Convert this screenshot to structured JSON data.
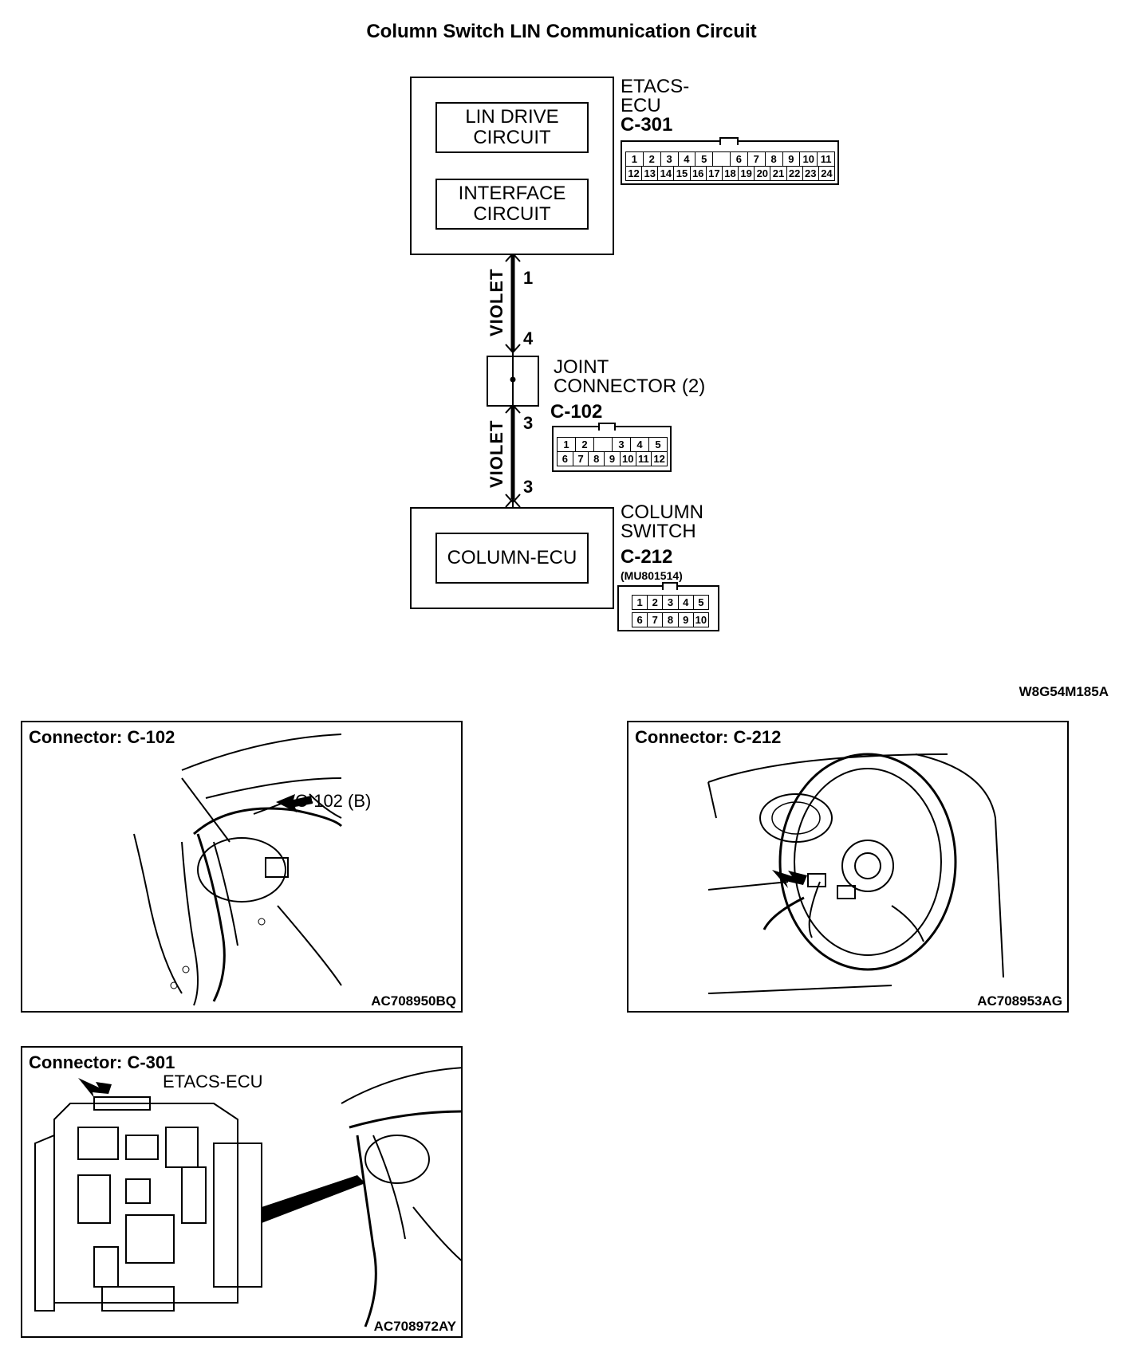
{
  "title": "Column Switch LIN Communication Circuit",
  "etacs": {
    "name_line1": "ETACS-",
    "name_line2": "ECU",
    "connector": "C-301",
    "block1_line1": "LIN DRIVE",
    "block1_line2": "CIRCUIT",
    "block2_line1": "INTERFACE",
    "block2_line2": "CIRCUIT",
    "pins_top": [
      "1",
      "2",
      "3",
      "4",
      "5",
      "",
      "6",
      "7",
      "8",
      "9",
      "10",
      "11"
    ],
    "pins_bottom": [
      "12",
      "13",
      "14",
      "15",
      "16",
      "17",
      "18",
      "19",
      "20",
      "21",
      "22",
      "23",
      "24"
    ]
  },
  "joint": {
    "name_line1": "JOINT",
    "name_line2": "CONNECTOR (2)",
    "connector": "C-102",
    "pins_top": [
      "1",
      "2",
      "",
      "3",
      "4",
      "5"
    ],
    "pins_bottom": [
      "6",
      "7",
      "8",
      "9",
      "10",
      "11",
      "12"
    ]
  },
  "column": {
    "name_line1": "COLUMN",
    "name_line2": "SWITCH",
    "connector": "C-212",
    "part": "(MU801514)",
    "block": "COLUMN-ECU",
    "pins_top": [
      "1",
      "2",
      "3",
      "4",
      "5"
    ],
    "pins_bottom": [
      "6",
      "7",
      "8",
      "9",
      "10"
    ]
  },
  "wires": {
    "upper_color": "VIOLET",
    "lower_color": "VIOLET",
    "pin_etacs": "1",
    "pin_joint_top": "4",
    "pin_joint_bottom": "3",
    "pin_column": "3"
  },
  "drawing_code": "W8G54M185A",
  "panels": {
    "c102": {
      "title": "Connector: C-102",
      "callout": "C-102 (B)",
      "code": "AC708950BQ"
    },
    "c212": {
      "title": "Connector: C-212",
      "code": "AC708953AG"
    },
    "c301": {
      "title": "Connector: C-301",
      "callout": "ETACS-ECU",
      "code": "AC708972AY"
    }
  }
}
